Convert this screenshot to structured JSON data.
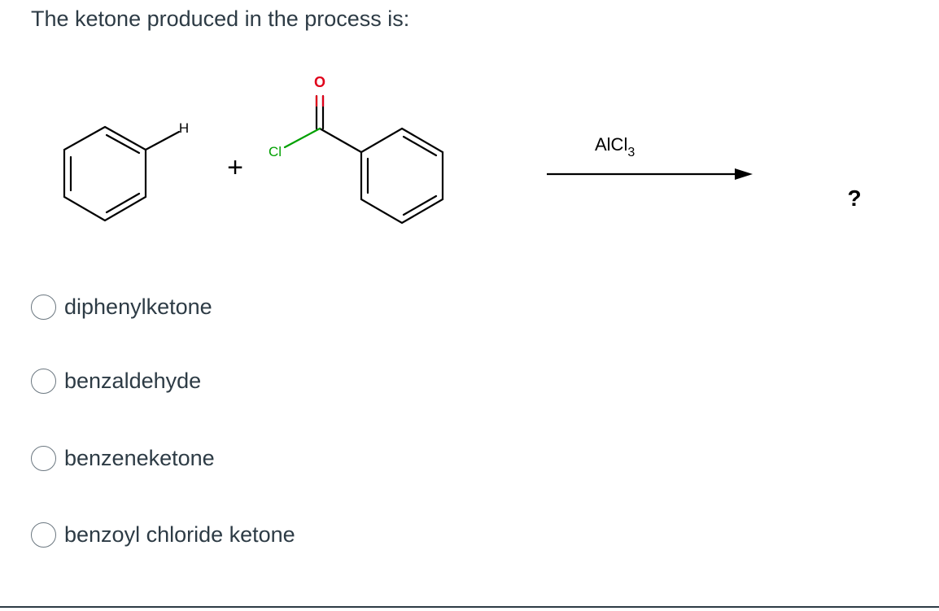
{
  "question": {
    "prompt": "The ketone produced in the process is:"
  },
  "scheme": {
    "plus": "+",
    "reagent_main": "AlCl",
    "reagent_sub": "3",
    "product": "?",
    "atom_h": "H",
    "atom_cl": "Cl",
    "atom_o": "O",
    "colors": {
      "bond": "#000000",
      "chlorine": "#00a000",
      "oxygen": "#e0001a"
    }
  },
  "options": [
    {
      "label": "diphenylketone"
    },
    {
      "label": "benzaldehyde"
    },
    {
      "label": "benzeneketone"
    },
    {
      "label": "benzoyl chloride ketone"
    }
  ]
}
